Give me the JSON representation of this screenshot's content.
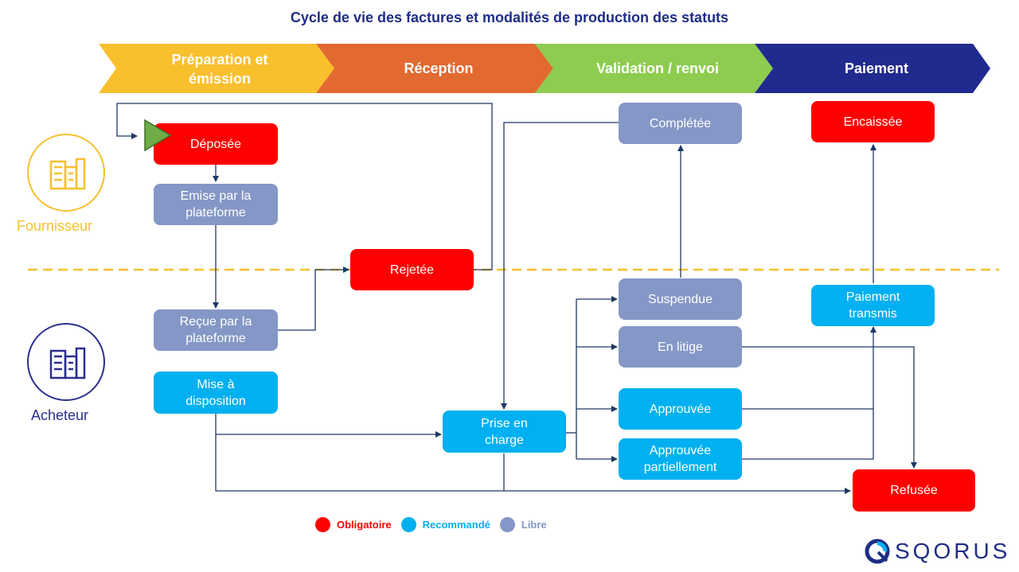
{
  "title": "Cycle de vie des factures et modalités de production des statuts",
  "phases": [
    {
      "line1": "Préparation et",
      "line2": "émission",
      "color": "#F9BF2C"
    },
    {
      "line1": "Réception",
      "line2": "",
      "color": "#E2692F"
    },
    {
      "line1": "Validation / renvoi",
      "line2": "",
      "color": "#8DCC4F"
    },
    {
      "line1": "Paiement",
      "line2": "",
      "color": "#212A8E"
    }
  ],
  "actors": {
    "supplier": {
      "label": "Fournisseur",
      "color": "#F6C02E",
      "icon": "building-icon"
    },
    "buyer": {
      "label": "Acheteur",
      "color": "#2A2F8F",
      "icon": "building-icon"
    }
  },
  "statuses": {
    "deposee": {
      "line1": "Déposée",
      "line2": "",
      "level": "obligatoire"
    },
    "emise": {
      "line1": "Emise par la",
      "line2": "plateforme",
      "level": "libre"
    },
    "rejetee": {
      "line1": "Rejetée",
      "line2": "",
      "level": "obligatoire"
    },
    "recue": {
      "line1": "Reçue par la",
      "line2": "plateforme",
      "level": "libre"
    },
    "mise_dispo": {
      "line1": "Mise à",
      "line2": "disposition",
      "level": "recommande"
    },
    "prise_charge": {
      "line1": "Prise en",
      "line2": "charge",
      "level": "recommande"
    },
    "completee": {
      "line1": "Complétée",
      "line2": "",
      "level": "libre"
    },
    "suspendue": {
      "line1": "Suspendue",
      "line2": "",
      "level": "libre"
    },
    "en_litige": {
      "line1": "En litige",
      "line2": "",
      "level": "libre"
    },
    "approuvee": {
      "line1": "Approuvée",
      "line2": "",
      "level": "recommande"
    },
    "approuvee_part": {
      "line1": "Approuvée",
      "line2": "partiellement",
      "level": "recommande"
    },
    "encaissee": {
      "line1": "Encaissée",
      "line2": "",
      "level": "obligatoire"
    },
    "paiement_transmis": {
      "line1": "Paiement",
      "line2": "transmis",
      "level": "recommande"
    },
    "refusee": {
      "line1": "Refusée",
      "line2": "",
      "level": "obligatoire"
    }
  },
  "legend": [
    {
      "label": "Obligatoire",
      "color": "#FF0000"
    },
    {
      "label": "Recommandé",
      "color": "#00B0F0"
    },
    {
      "label": "Libre",
      "color": "#8497C6"
    }
  ],
  "colors": {
    "obligatoire": "#FF0000",
    "recommande": "#00B0F0",
    "libre": "#8497C6",
    "connector": "#1F3864",
    "divider": "#F6C02E",
    "start_marker": "#70AD47"
  },
  "logo": {
    "text": "SQORUS",
    "icon": "sqorus-logo-icon"
  }
}
